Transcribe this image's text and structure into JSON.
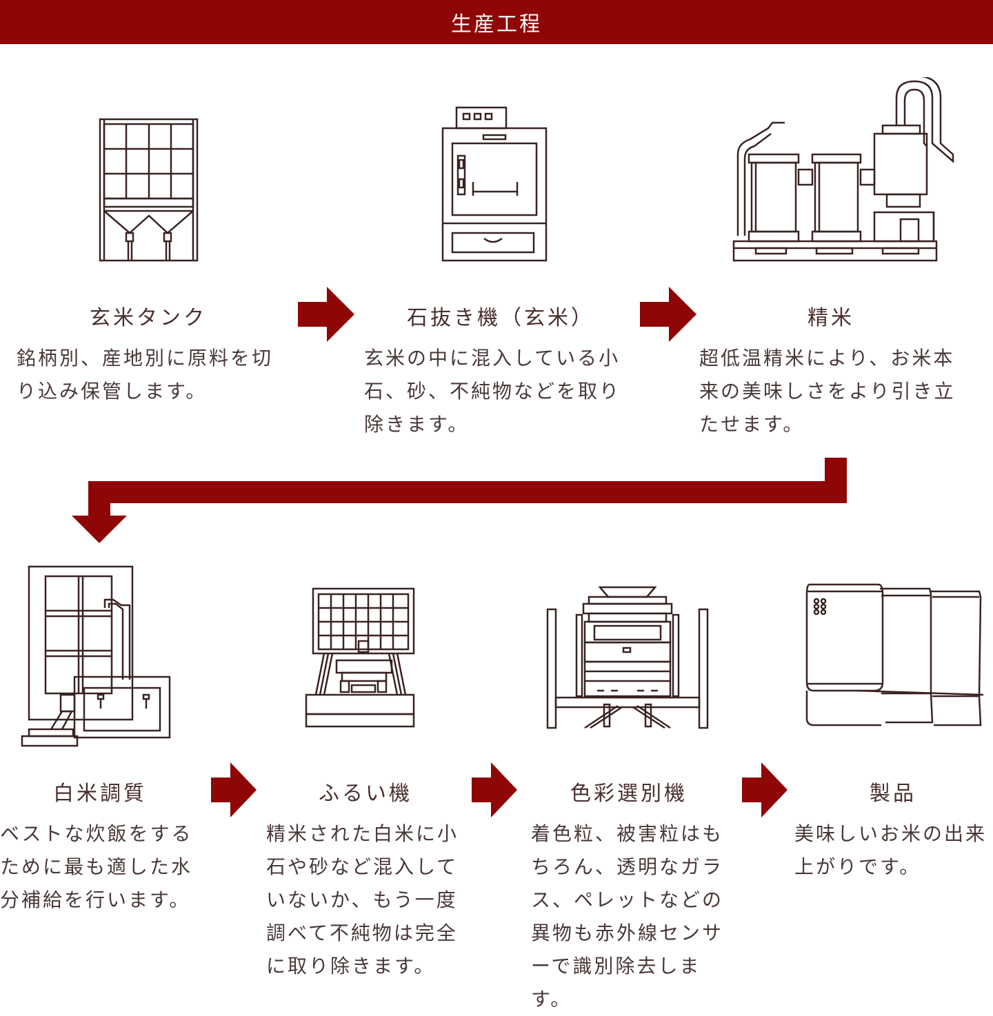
{
  "header": {
    "title": "生産工程"
  },
  "colors": {
    "accent": "#8e0606",
    "line": "#3a2222"
  },
  "steps": [
    {
      "title": "玄米タンク",
      "desc": "銘柄別、産地別に原料を切り込み保管します。",
      "icon": "brown-rice-tank-icon"
    },
    {
      "title": "石抜き機（玄米）",
      "desc": "玄米の中に混入している小石、砂、不純物などを取り除きます。",
      "icon": "destoner-machine-icon"
    },
    {
      "title": "精米",
      "desc": "超低温精米により、お米本来の美味しさをより引き立たせます。",
      "icon": "rice-polishing-machine-icon"
    },
    {
      "title": "白米調質",
      "desc": "ベストな炊飯をするために最も適した水分補給を行います。",
      "icon": "moisture-conditioner-icon"
    },
    {
      "title": "ふるい機",
      "desc": "精米された白米に小石や砂など混入していないか、もう一度調べて不純物は完全に取り除きます。",
      "icon": "sieve-machine-icon"
    },
    {
      "title": "色彩選別機",
      "desc": "着色粒、被害粒はもちろん、透明なガラス、ペレットなどの異物も赤外線センサーで識別除去します。",
      "icon": "color-sorter-icon"
    },
    {
      "title": "製品",
      "desc": "美味しいお米の出来上がりです。",
      "icon": "rice-bags-icon"
    }
  ]
}
